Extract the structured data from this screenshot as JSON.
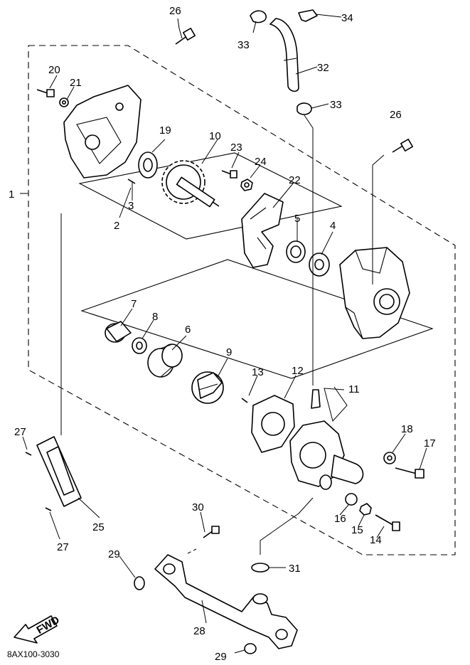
{
  "diagram_code": "8AX100-3030",
  "fwd_label": "FWD",
  "callouts": {
    "c1": "1",
    "c2": "2",
    "c3": "3",
    "c4": "4",
    "c5": "5",
    "c6": "6",
    "c7": "7",
    "c8": "8",
    "c9": "9",
    "c10": "10",
    "c11": "11",
    "c12": "12",
    "c13": "13",
    "c14": "14",
    "c15": "15",
    "c16": "16",
    "c17": "17",
    "c18": "18",
    "c19": "19",
    "c20": "20",
    "c21": "21",
    "c22": "22",
    "c23": "23",
    "c24": "24",
    "c25": "25",
    "c26a": "26",
    "c26b": "26",
    "c27a": "27",
    "c27b": "27",
    "c28": "28",
    "c29a": "29",
    "c29b": "29",
    "c30": "30",
    "c31": "31",
    "c32": "32",
    "c33a": "33",
    "c33b": "33",
    "c34": "34"
  }
}
